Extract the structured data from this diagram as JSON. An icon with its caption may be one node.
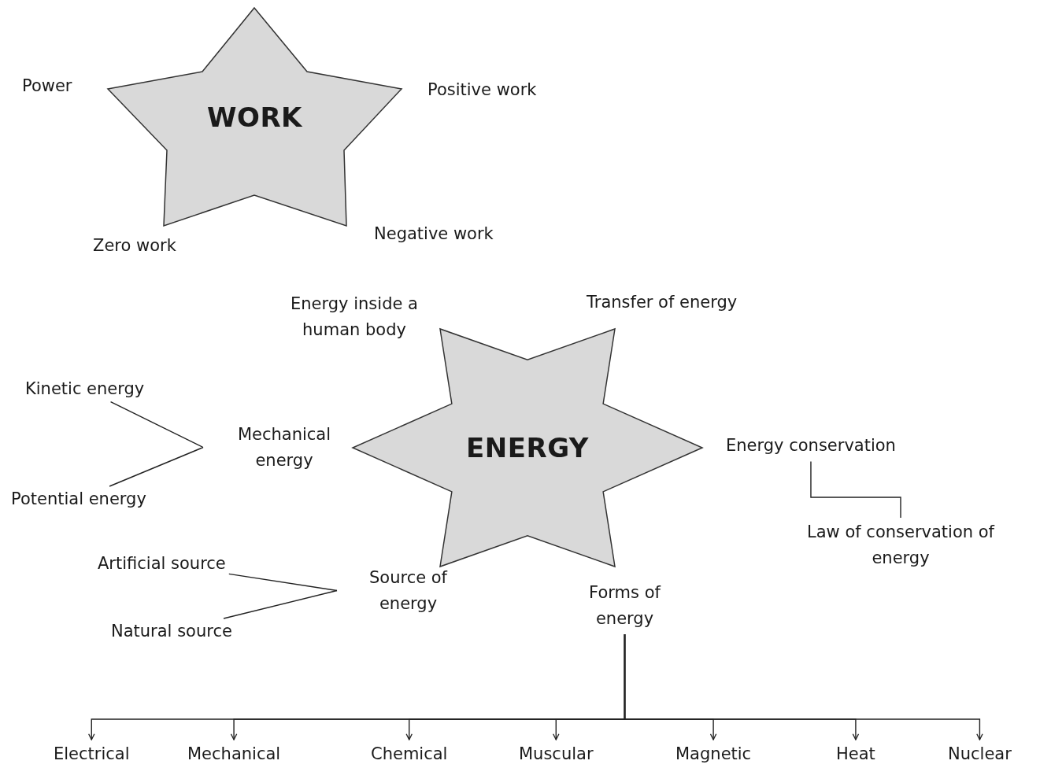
{
  "diagram": {
    "nodes": [
      {
        "text": [
          "WORK"
        ],
        "beside": [
          "Power",
          "Positive work",
          "Zero work",
          "Negative work"
        ]
      },
      {
        "text": [
          "Kinetic energy"
        ]
      },
      {
        "text": [
          "Mechanical energy"
        ]
      },
      {
        "text": [
          "ENERGY"
        ],
        "beside": [
          "Energy inside a human body",
          "Transfer of energy"
        ]
      },
      {
        "text": [
          "Energy conservation"
        ]
      },
      {
        "text": [
          "Potential energy"
        ]
      },
      {
        "text": [
          "Law of conservation of energy"
        ]
      },
      {
        "text": [
          "Artificial source"
        ]
      },
      {
        "text": [
          "Source of energy"
        ]
      },
      {
        "text": [
          "Forms of energy"
        ]
      },
      {
        "text": [
          "Natural source"
        ]
      },
      {
        "text": [
          "Electrical"
        ]
      },
      {
        "text": [
          "Mechanical"
        ]
      },
      {
        "text": [
          "Chemical"
        ]
      },
      {
        "text": [
          "Muscular"
        ]
      },
      {
        "text": [
          "Magnetic"
        ]
      },
      {
        "text": [
          "Heat"
        ]
      },
      {
        "text": [
          "Nuclear"
        ]
      }
    ],
    "edges": [
      {
        "from": 1,
        "to": 2,
        "arrow": "none"
      },
      {
        "from": 5,
        "to": 2,
        "arrow": "none"
      },
      {
        "from": 4,
        "to": 6,
        "arrow": "none"
      },
      {
        "from": 7,
        "to": 8,
        "arrow": "none"
      },
      {
        "from": 10,
        "to": 8,
        "arrow": "none"
      },
      {
        "from": 9,
        "to": 11,
        "arrow": "to"
      },
      {
        "from": 9,
        "to": 12,
        "arrow": "to"
      },
      {
        "from": 9,
        "to": 13,
        "arrow": "to"
      },
      {
        "from": 9,
        "to": 14,
        "arrow": "to"
      },
      {
        "from": 9,
        "to": 15,
        "arrow": "to"
      },
      {
        "from": 9,
        "to": 16,
        "arrow": "to"
      },
      {
        "from": 9,
        "to": 17,
        "arrow": "to"
      }
    ]
  }
}
